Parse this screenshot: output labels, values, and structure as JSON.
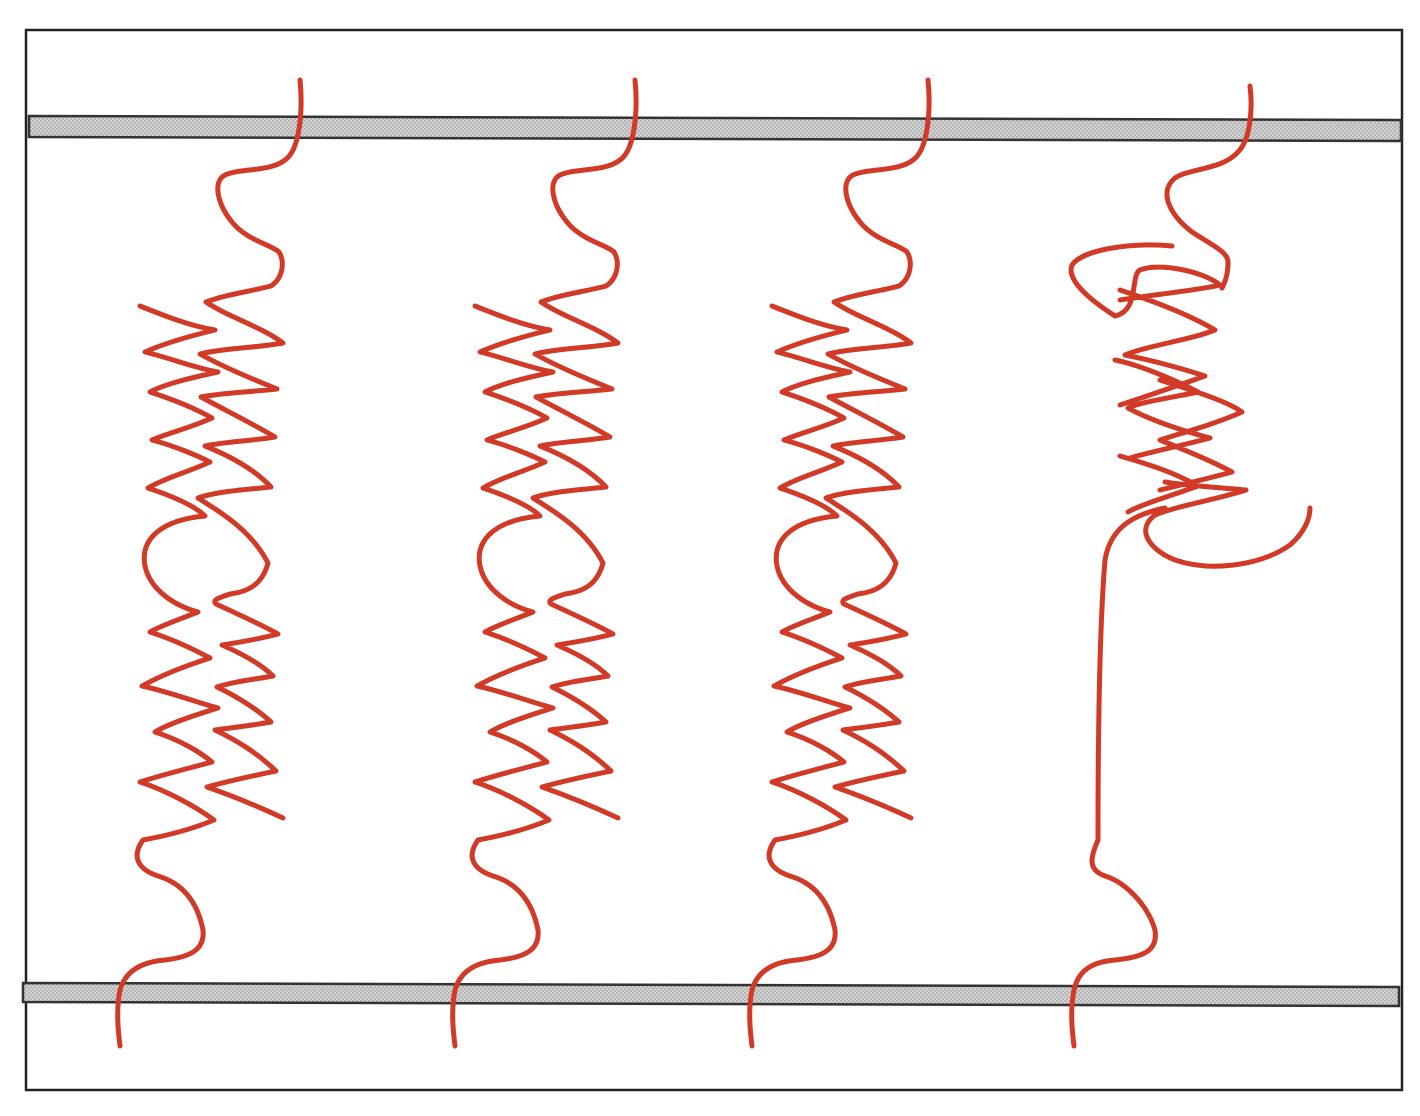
{
  "colors": {
    "strand": "#d23a28",
    "frame": "#222222",
    "membrane_fill": "#d2d2d2",
    "membrane_stroke": "#333333",
    "background": "#ffffff"
  },
  "elements": {
    "frame": "outer-frame",
    "membranes": [
      "top-membrane",
      "bottom-membrane"
    ],
    "strands": [
      {
        "name": "strand-1",
        "state": "folded"
      },
      {
        "name": "strand-2",
        "state": "folded"
      },
      {
        "name": "strand-3",
        "state": "folded"
      },
      {
        "name": "strand-4",
        "state": "partially-unfolded"
      }
    ]
  }
}
